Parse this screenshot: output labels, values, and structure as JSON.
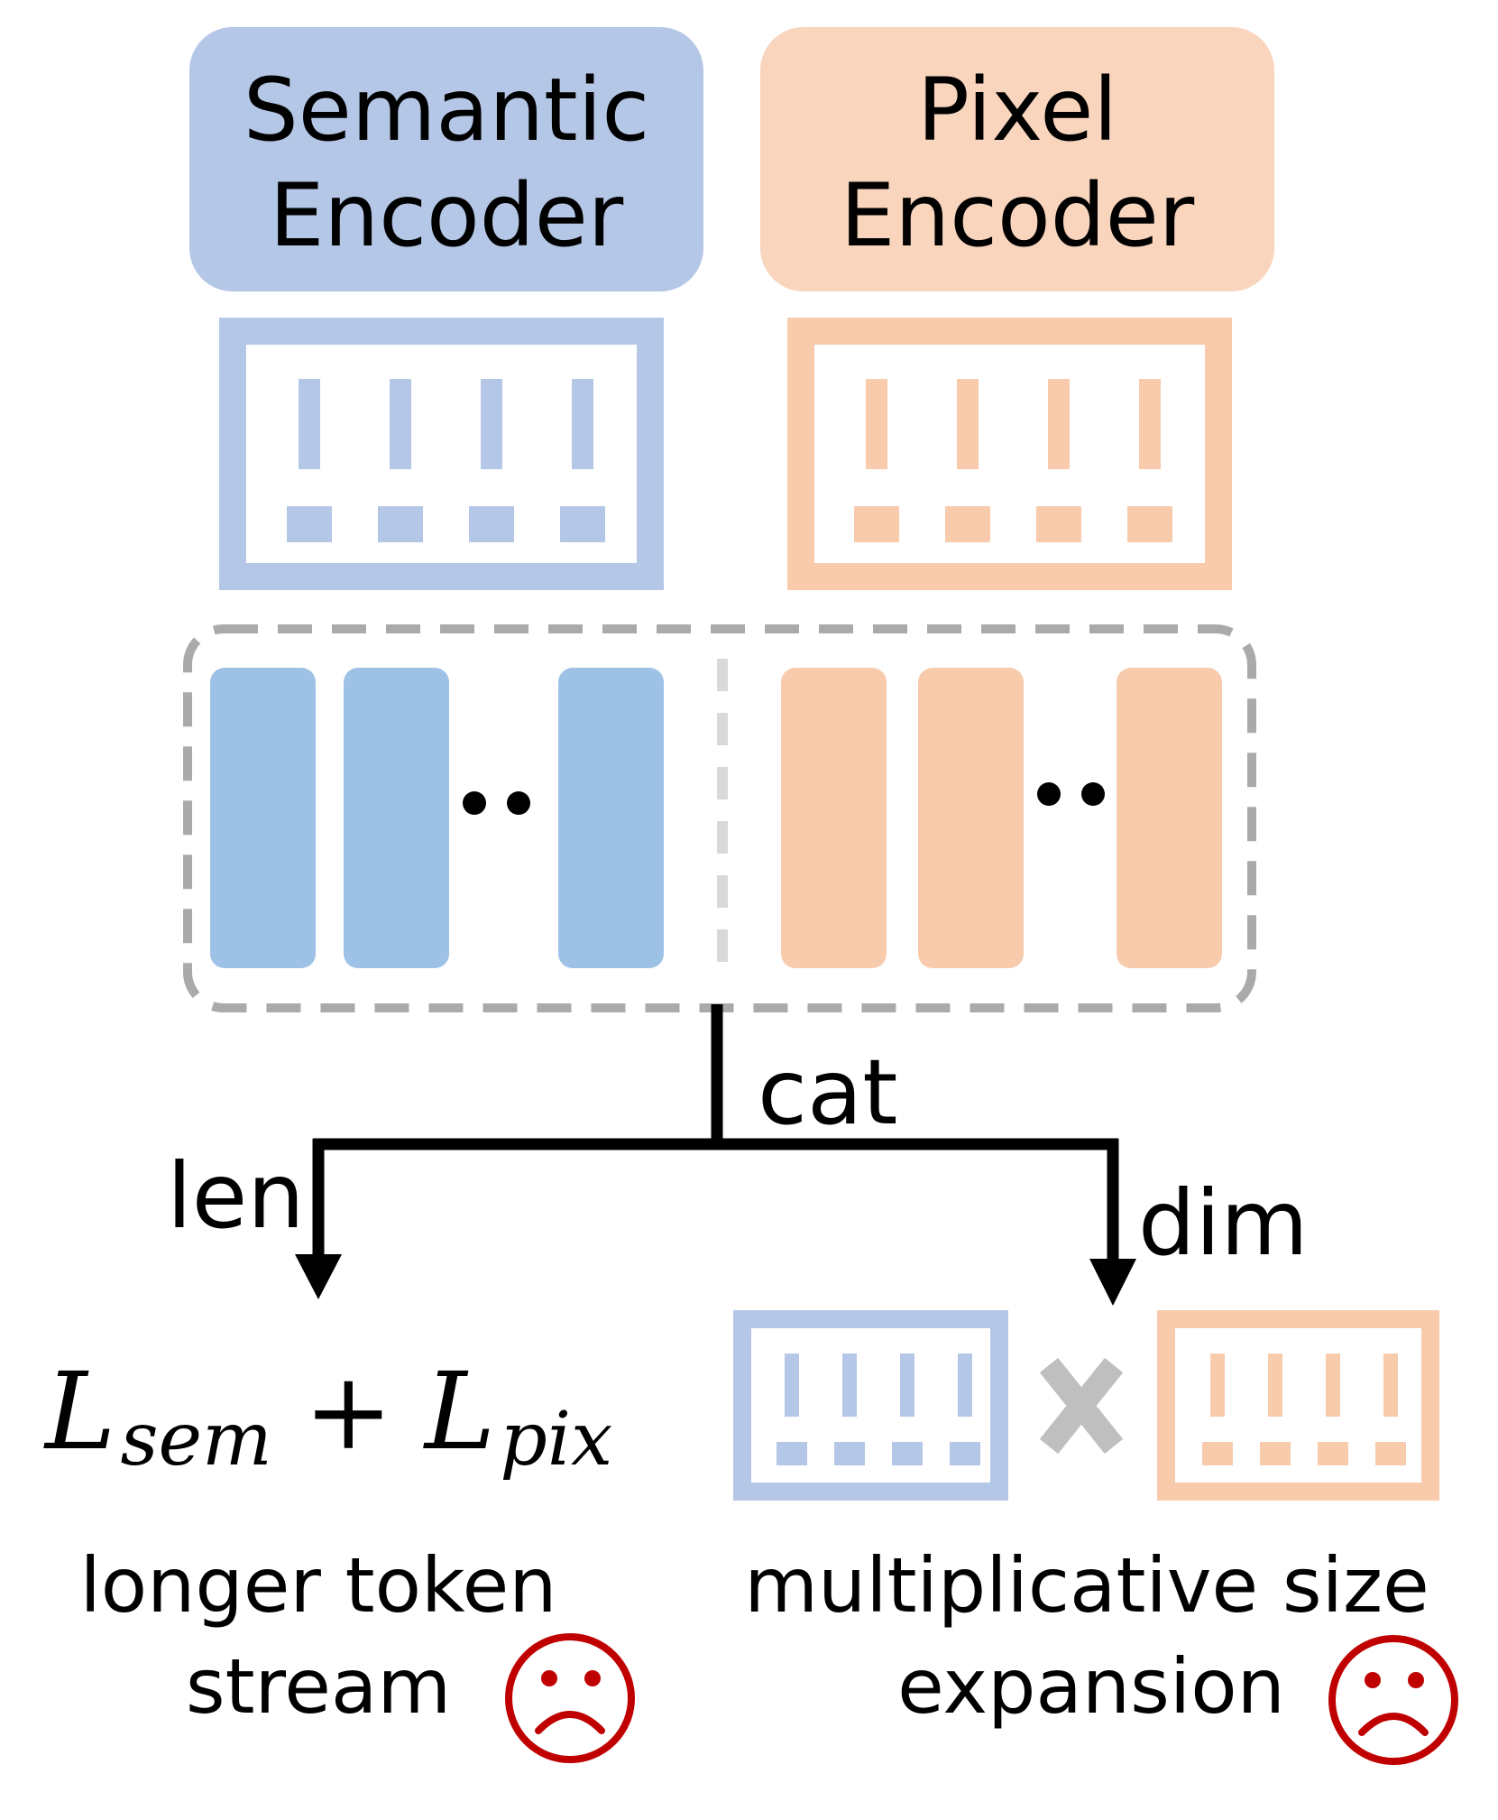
{
  "semantic_encoder": {
    "line1": "Semantic",
    "line2": "Encoder"
  },
  "pixel_encoder": {
    "line1": "Pixel",
    "line2": "Encoder"
  },
  "branch": {
    "cat_label": "cat",
    "len_label": "len",
    "dim_label": "dim"
  },
  "len_result": {
    "formula_L1": "L",
    "formula_sub1": "sem",
    "formula_op": "+",
    "formula_L2": "L",
    "formula_sub2": "pix",
    "caption_line1": "longer token",
    "caption_line2": "stream"
  },
  "dim_result": {
    "caption_line1": "multiplicative size",
    "caption_line2": "expansion"
  },
  "icons": {
    "sad_face": "sad-face-icon",
    "multiply": "multiply-icon",
    "ellipsis": "ellipsis-icon"
  },
  "colors": {
    "semantic_light": "#b5c7e7",
    "semantic_token": "#9ec2e6",
    "pixel_light": "#f9d5be",
    "pixel_token": "#f8cbad",
    "dashed_border": "#aaaaaa",
    "multiply_gray": "#bfbfbf",
    "sad_red": "#c00000"
  }
}
